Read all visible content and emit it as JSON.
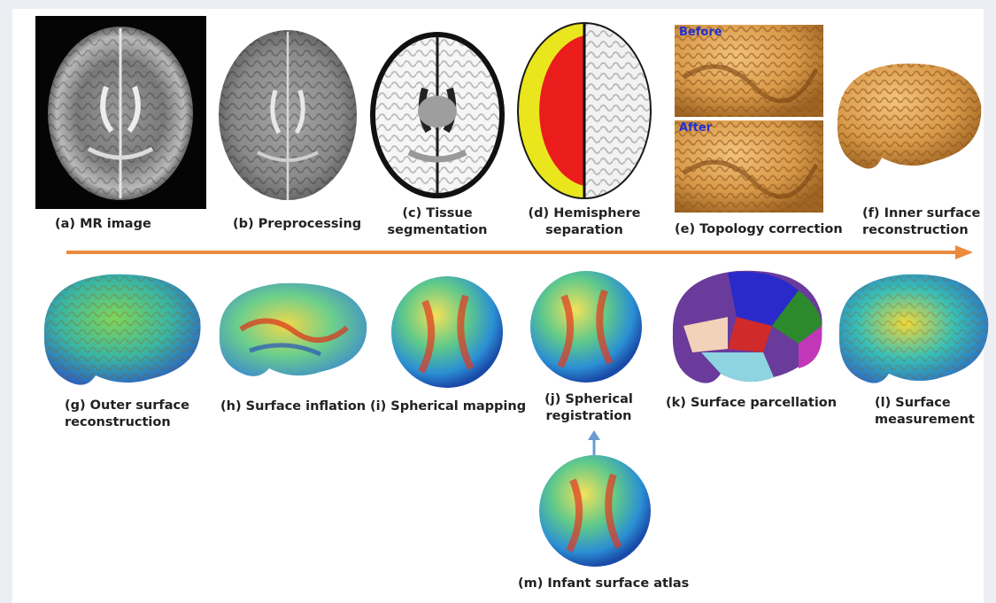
{
  "panels": {
    "a": {
      "caption": "(a) MR image"
    },
    "b": {
      "caption": "(b) Preprocessing"
    },
    "c": {
      "caption_line1": "(c) Tissue",
      "caption_line2": "segmentation"
    },
    "d": {
      "caption_line1": "(d) Hemisphere",
      "caption_line2": "separation"
    },
    "e": {
      "caption": "(e) Topology correction",
      "before_label": "Before",
      "after_label": "After"
    },
    "f": {
      "caption_line1": "(f) Inner surface",
      "caption_line2": "reconstruction"
    },
    "g": {
      "caption_line1": "(g) Outer surface",
      "caption_line2": "reconstruction"
    },
    "h": {
      "caption": "(h) Surface inflation"
    },
    "i": {
      "caption": "(i) Spherical mapping"
    },
    "j": {
      "caption_line1": "(j) Spherical",
      "caption_line2": "registration"
    },
    "k": {
      "caption": "(k) Surface parcellation"
    },
    "l": {
      "caption_line1": "(l) Surface",
      "caption_line2": "measurement"
    },
    "m": {
      "caption": "(m) Infant surface atlas"
    }
  },
  "colors": {
    "arrow": "#ec8a3c",
    "up_arrow": "#6a9bd1",
    "tag_text": "#2030d0",
    "surface_gold": "#d99a4a"
  }
}
